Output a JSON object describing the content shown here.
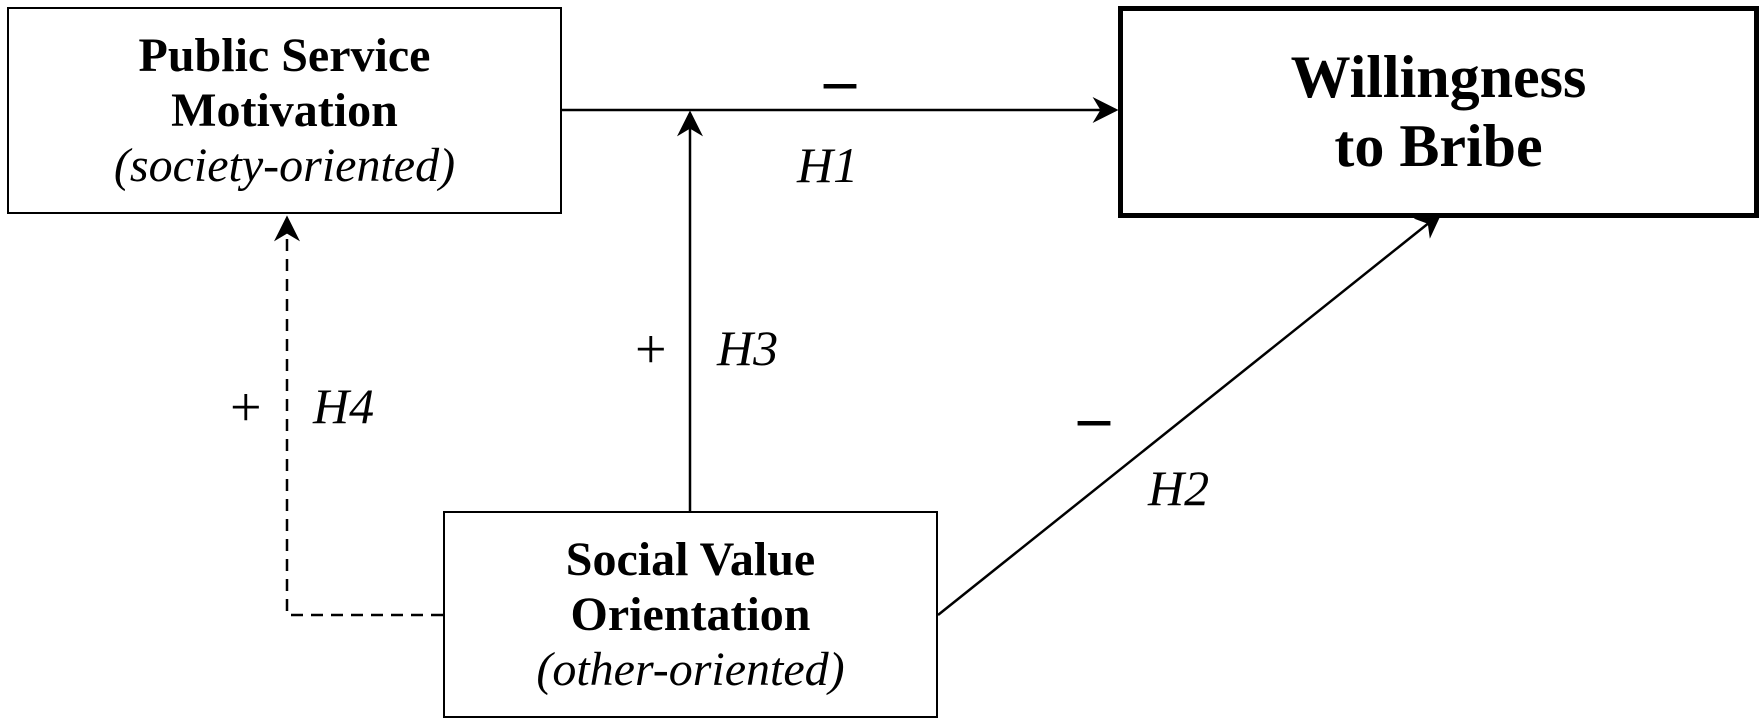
{
  "nodes": {
    "public_service_motivation": {
      "line1": "Public Service",
      "line2": "Motivation",
      "line3": "(society-oriented)"
    },
    "willingness_to_bribe": {
      "line1": "Willingness",
      "line2": "to Bribe"
    },
    "social_value_orientation": {
      "line1": "Social Value",
      "line2": "Orientation",
      "line3": "(other-oriented)"
    }
  },
  "edges": {
    "h1": {
      "sign": "–",
      "label": "H1"
    },
    "h2": {
      "sign": "–",
      "label": "H2"
    },
    "h3": {
      "sign": "+",
      "label": "H3"
    },
    "h4": {
      "sign": "+",
      "label": "H4"
    }
  }
}
